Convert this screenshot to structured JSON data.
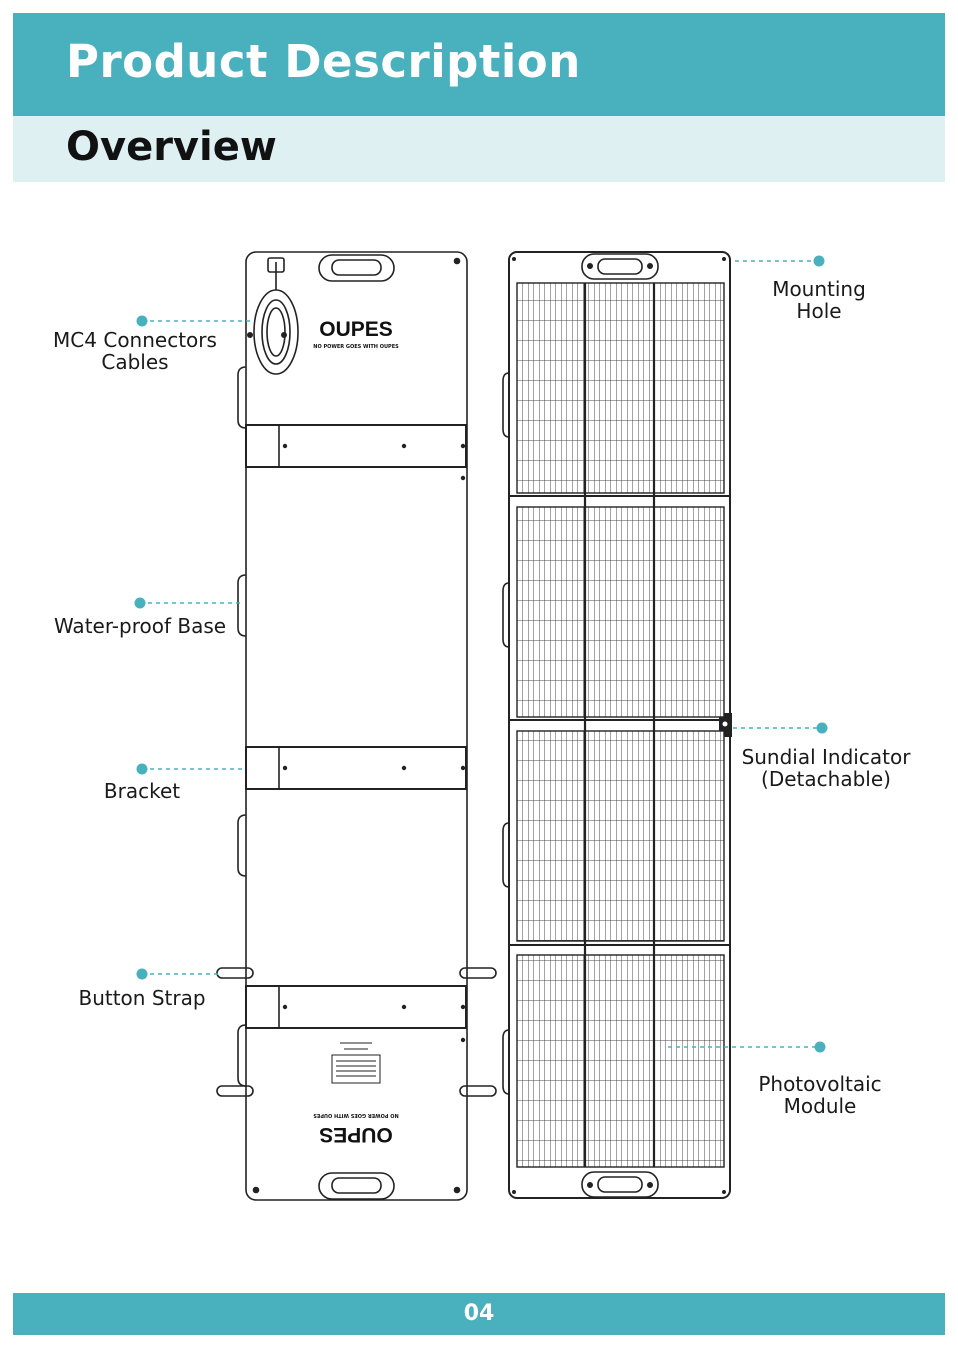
{
  "header": {
    "title": "Product Description"
  },
  "subheader": {
    "title": "Overview"
  },
  "brand": {
    "logo_text": "OUPES",
    "tagline": "NO POWER GOES WITH OUPES"
  },
  "labels": {
    "mc4_line1": "MC4 Connectors",
    "mc4_line2": "Cables",
    "waterproof": "Water-proof Base",
    "bracket": "Bracket",
    "button_strap": "Button Strap",
    "mounting_line1": "Mounting",
    "mounting_line2": "Hole",
    "sundial_line1": "Sundial Indicator",
    "sundial_line2": "(Detachable)",
    "pv_line1": "Photovoltaic",
    "pv_line2": "Module"
  },
  "footer": {
    "page_number": "04"
  },
  "colors": {
    "accent": "#49b1bd",
    "accent_light": "#dff0f3",
    "line": "#222222"
  }
}
